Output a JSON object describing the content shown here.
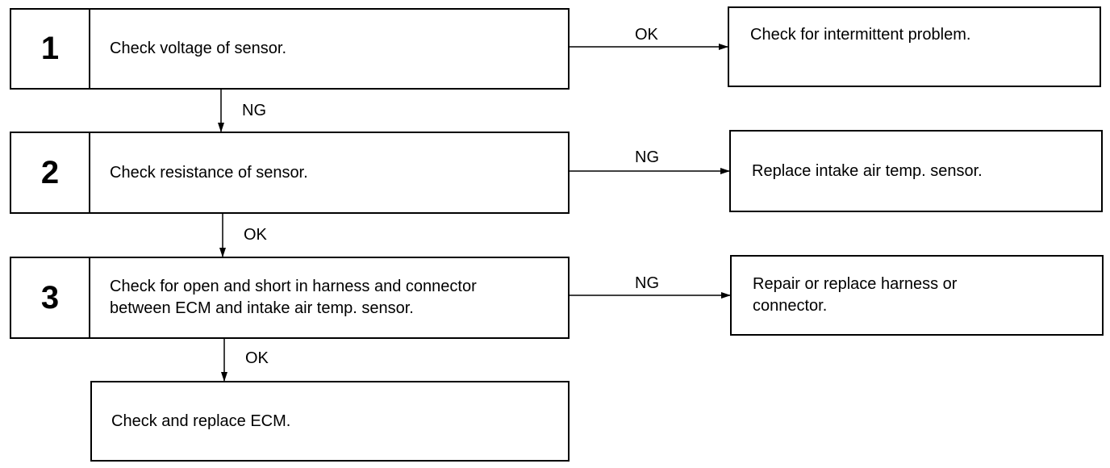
{
  "steps": [
    {
      "number": "1",
      "text": "Check voltage of sensor."
    },
    {
      "number": "2",
      "text": "Check resistance of sensor."
    },
    {
      "number": "3",
      "text": "Check for open and short in harness and connector between ECM and intake air temp. sensor."
    }
  ],
  "results": [
    {
      "text": "Check for intermittent problem."
    },
    {
      "text": "Replace intake air temp. sensor."
    },
    {
      "text": "Repair or replace harness or connector."
    }
  ],
  "final": {
    "text": "Check and replace ECM."
  },
  "arrow_labels": {
    "step1_right": "OK",
    "step1_down": "NG",
    "step2_right": "NG",
    "step2_down": "OK",
    "step3_right": "NG",
    "step3_down": "OK"
  }
}
